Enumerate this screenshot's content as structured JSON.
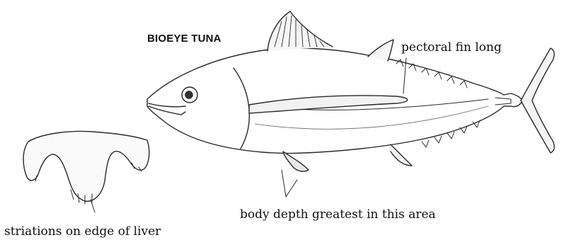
{
  "diagram": {
    "title": "BIOEYE  TUNA",
    "labels": {
      "pectoral_fin": "pectoral fin long",
      "body_depth": "body depth greatest in this area",
      "liver": "striations on edge of liver"
    }
  }
}
